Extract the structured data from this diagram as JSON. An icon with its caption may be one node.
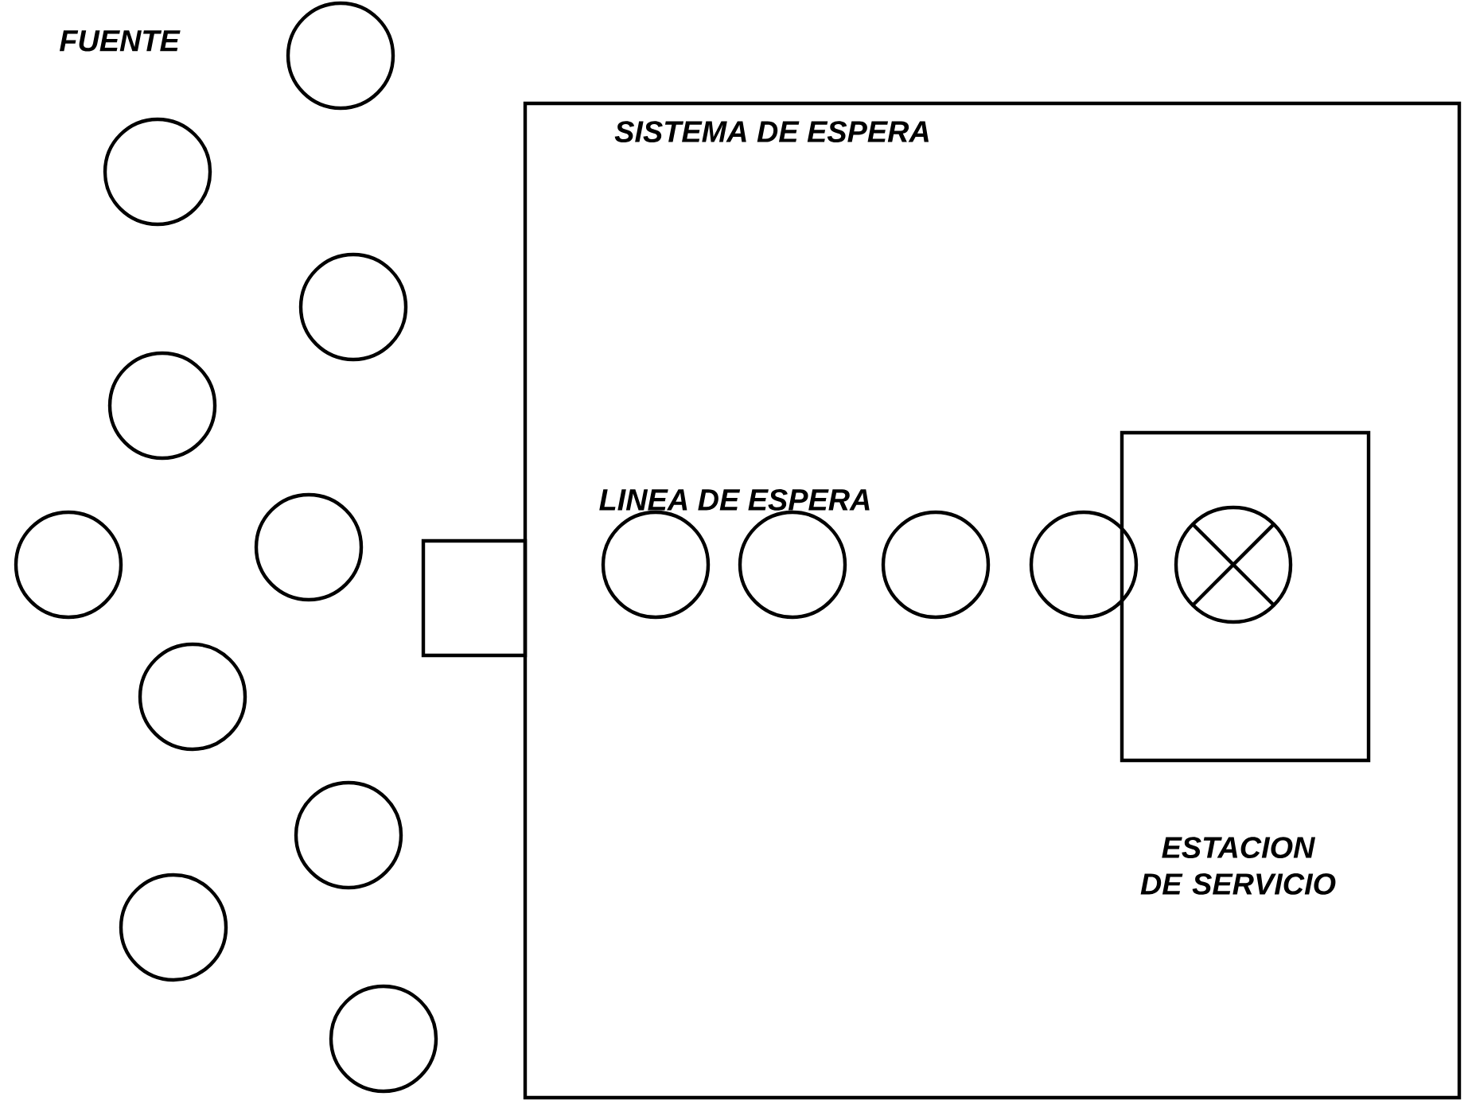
{
  "diagram": {
    "nodes": [
      {
        "text": [],
        "shape": "circle"
      },
      {
        "text": [],
        "shape": "circle"
      },
      {
        "text": [],
        "shape": "circle"
      },
      {
        "text": [],
        "shape": "circle"
      },
      {
        "text": [],
        "shape": "circle"
      },
      {
        "text": [],
        "shape": "circle"
      },
      {
        "text": [],
        "shape": "circle"
      },
      {
        "text": [],
        "shape": "circle"
      },
      {
        "text": [],
        "shape": "circle"
      },
      {
        "text": [],
        "shape": "circle"
      },
      {
        "text": [],
        "shape": "box"
      },
      {
        "text": [
          "SISTEMA DE ESPERA"
        ]
      },
      {
        "text": [],
        "shape": "circle",
        "in": 11
      },
      {
        "text": [],
        "shape": "circle",
        "in": 11
      },
      {
        "text": [],
        "shape": "circle",
        "in": 11
      },
      {
        "text": [],
        "shape": "circle",
        "in": 11
      },
      {
        "text": [
          "ESTACION DE SERVICIO"
        ],
        "in": 11
      },
      {
        "text": [],
        "shape": "circle",
        "in": 16
      }
    ],
    "edges": [],
    "labels": [
      "FUENTE",
      "LINEA DE ESPERA"
    ]
  }
}
